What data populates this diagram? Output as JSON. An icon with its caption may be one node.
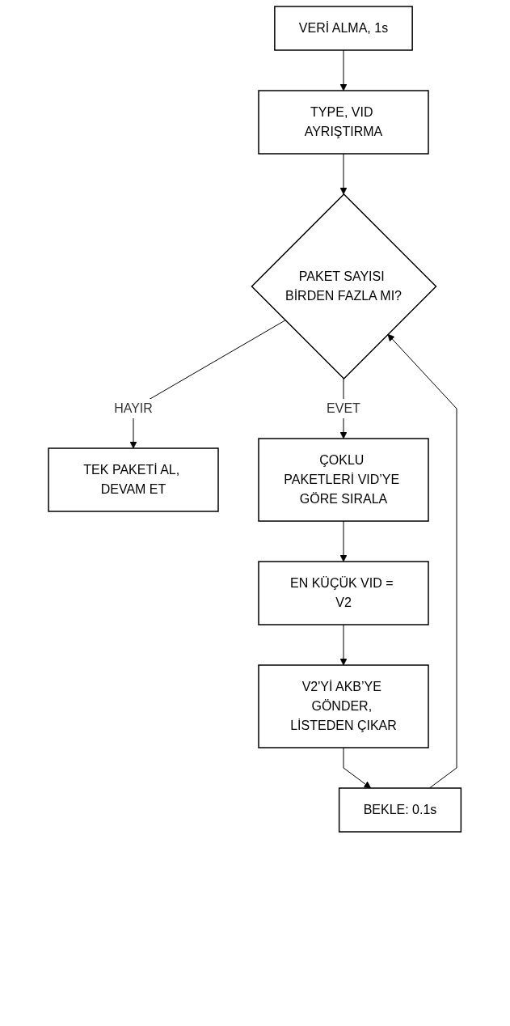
{
  "diagram": {
    "nodes": [
      {
        "text": [
          "VERİ ALMA, 1s"
        ]
      },
      {
        "text": [
          "TYPE, VID AYRIŞTIRMA"
        ]
      },
      {
        "text": [
          "PAKET SAYISI BİRDEN FAZLA MI?"
        ]
      },
      {
        "text": [
          "TEK PAKETİ AL, DEVAM ET"
        ]
      },
      {
        "text": [
          "ÇOKLU PAKETLERİ VID’YE GÖRE SIRALA"
        ]
      },
      {
        "text": [
          "EN KÜÇÜK VID = V2"
        ]
      },
      {
        "text": [
          "V2'Yİ AKB’YE GÖNDER, LİSTEDEN ÇIKAR"
        ]
      },
      {
        "text": [
          "BEKLE: 0.1s"
        ]
      }
    ],
    "edges": [
      {
        "from": 0,
        "to": 1,
        "arrow": "to"
      },
      {
        "from": 1,
        "to": 2,
        "arrow": "to"
      },
      {
        "from": 2,
        "to": 3,
        "arrow": "to",
        "label": "HAYIR"
      },
      {
        "from": 2,
        "to": 4,
        "arrow": "to",
        "label": "EVET"
      },
      {
        "from": 4,
        "to": 5,
        "arrow": "to"
      },
      {
        "from": 5,
        "to": 6,
        "arrow": "to"
      },
      {
        "from": 6,
        "to": 7,
        "arrow": "to"
      },
      {
        "from": 7,
        "to": 2,
        "arrow": "to"
      }
    ]
  }
}
